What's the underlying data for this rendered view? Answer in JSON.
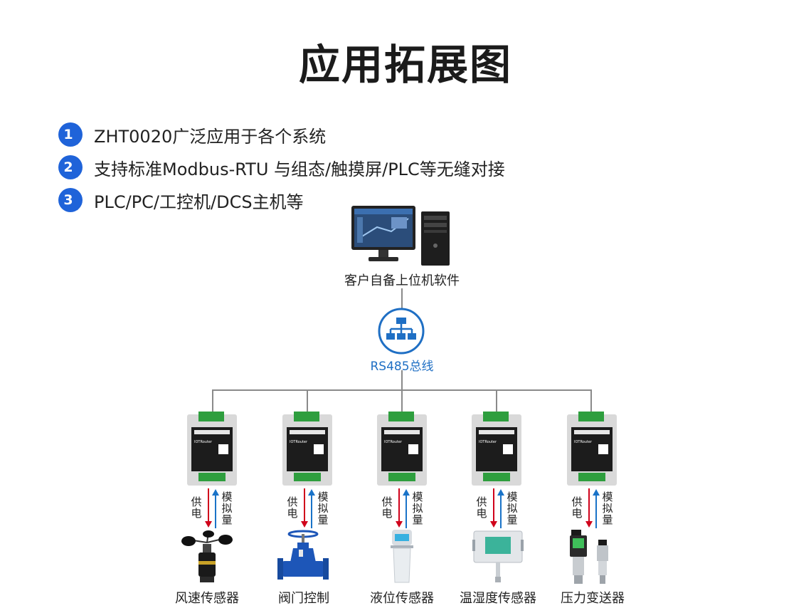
{
  "title": "应用拓展图",
  "features": [
    {
      "num": "1",
      "mark": "、",
      "text": "ZHT0020广泛应用于各个系统"
    },
    {
      "num": "2",
      "mark": "、",
      "text": "支持标准Modbus-RTU 与组态/触摸屏/PLC等无缝对接"
    },
    {
      "num": "3",
      "mark": "、",
      "text": "PLC/PC/工控机/DCS主机等"
    }
  ],
  "pc_label": "客户自备上位机软件",
  "bus_label": "RS485总线",
  "module_brand": "IOTRouter",
  "power_label": "供电",
  "analog_label": "模拟量",
  "sensors": [
    "风速传感器",
    "阀门控制",
    "液位传感器",
    "温湿度传感器",
    "压力变送器"
  ],
  "colors": {
    "accent": "#1f63d9",
    "bus_text": "#1f6fc4",
    "power_arrow": "#d0021b",
    "analog_arrow": "#1a73c8",
    "terminal_green": "#2e9e3e"
  }
}
